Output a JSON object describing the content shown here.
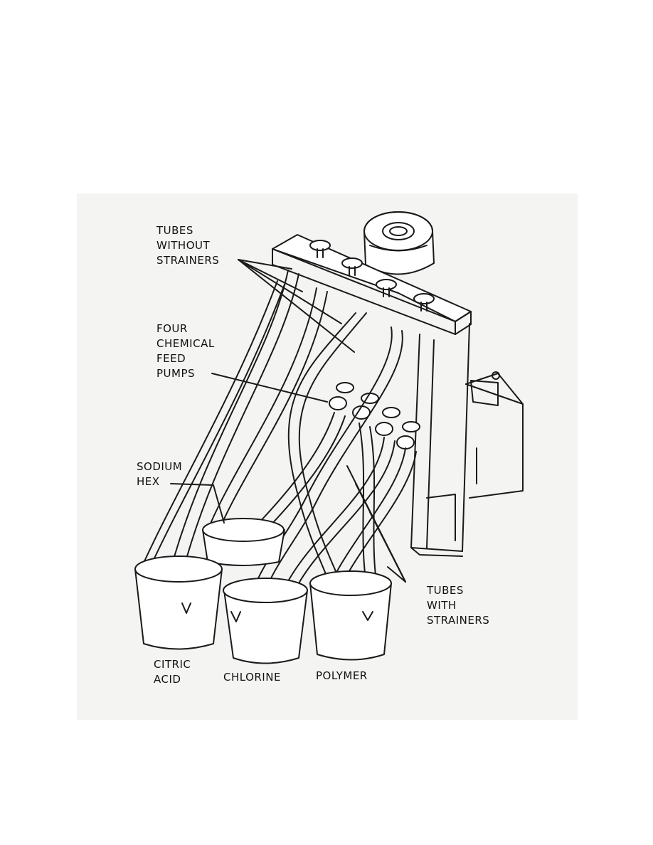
{
  "figure": {
    "labels": {
      "tubes_without_strainers": [
        "TUBES",
        "WITHOUT",
        "STRAINERS"
      ],
      "four_chemical_feed_pumps": [
        "FOUR",
        "CHEMICAL",
        "FEED",
        "PUMPS"
      ],
      "sodium_hex": [
        "SODIUM",
        "HEX"
      ],
      "tubes_with_strainers": [
        "TUBES",
        "WITH",
        "STRAINERS"
      ],
      "citric_acid": [
        "CITRIC",
        "ACID"
      ],
      "chlorine": "CHLORINE",
      "polymer": "POLYMER"
    }
  }
}
